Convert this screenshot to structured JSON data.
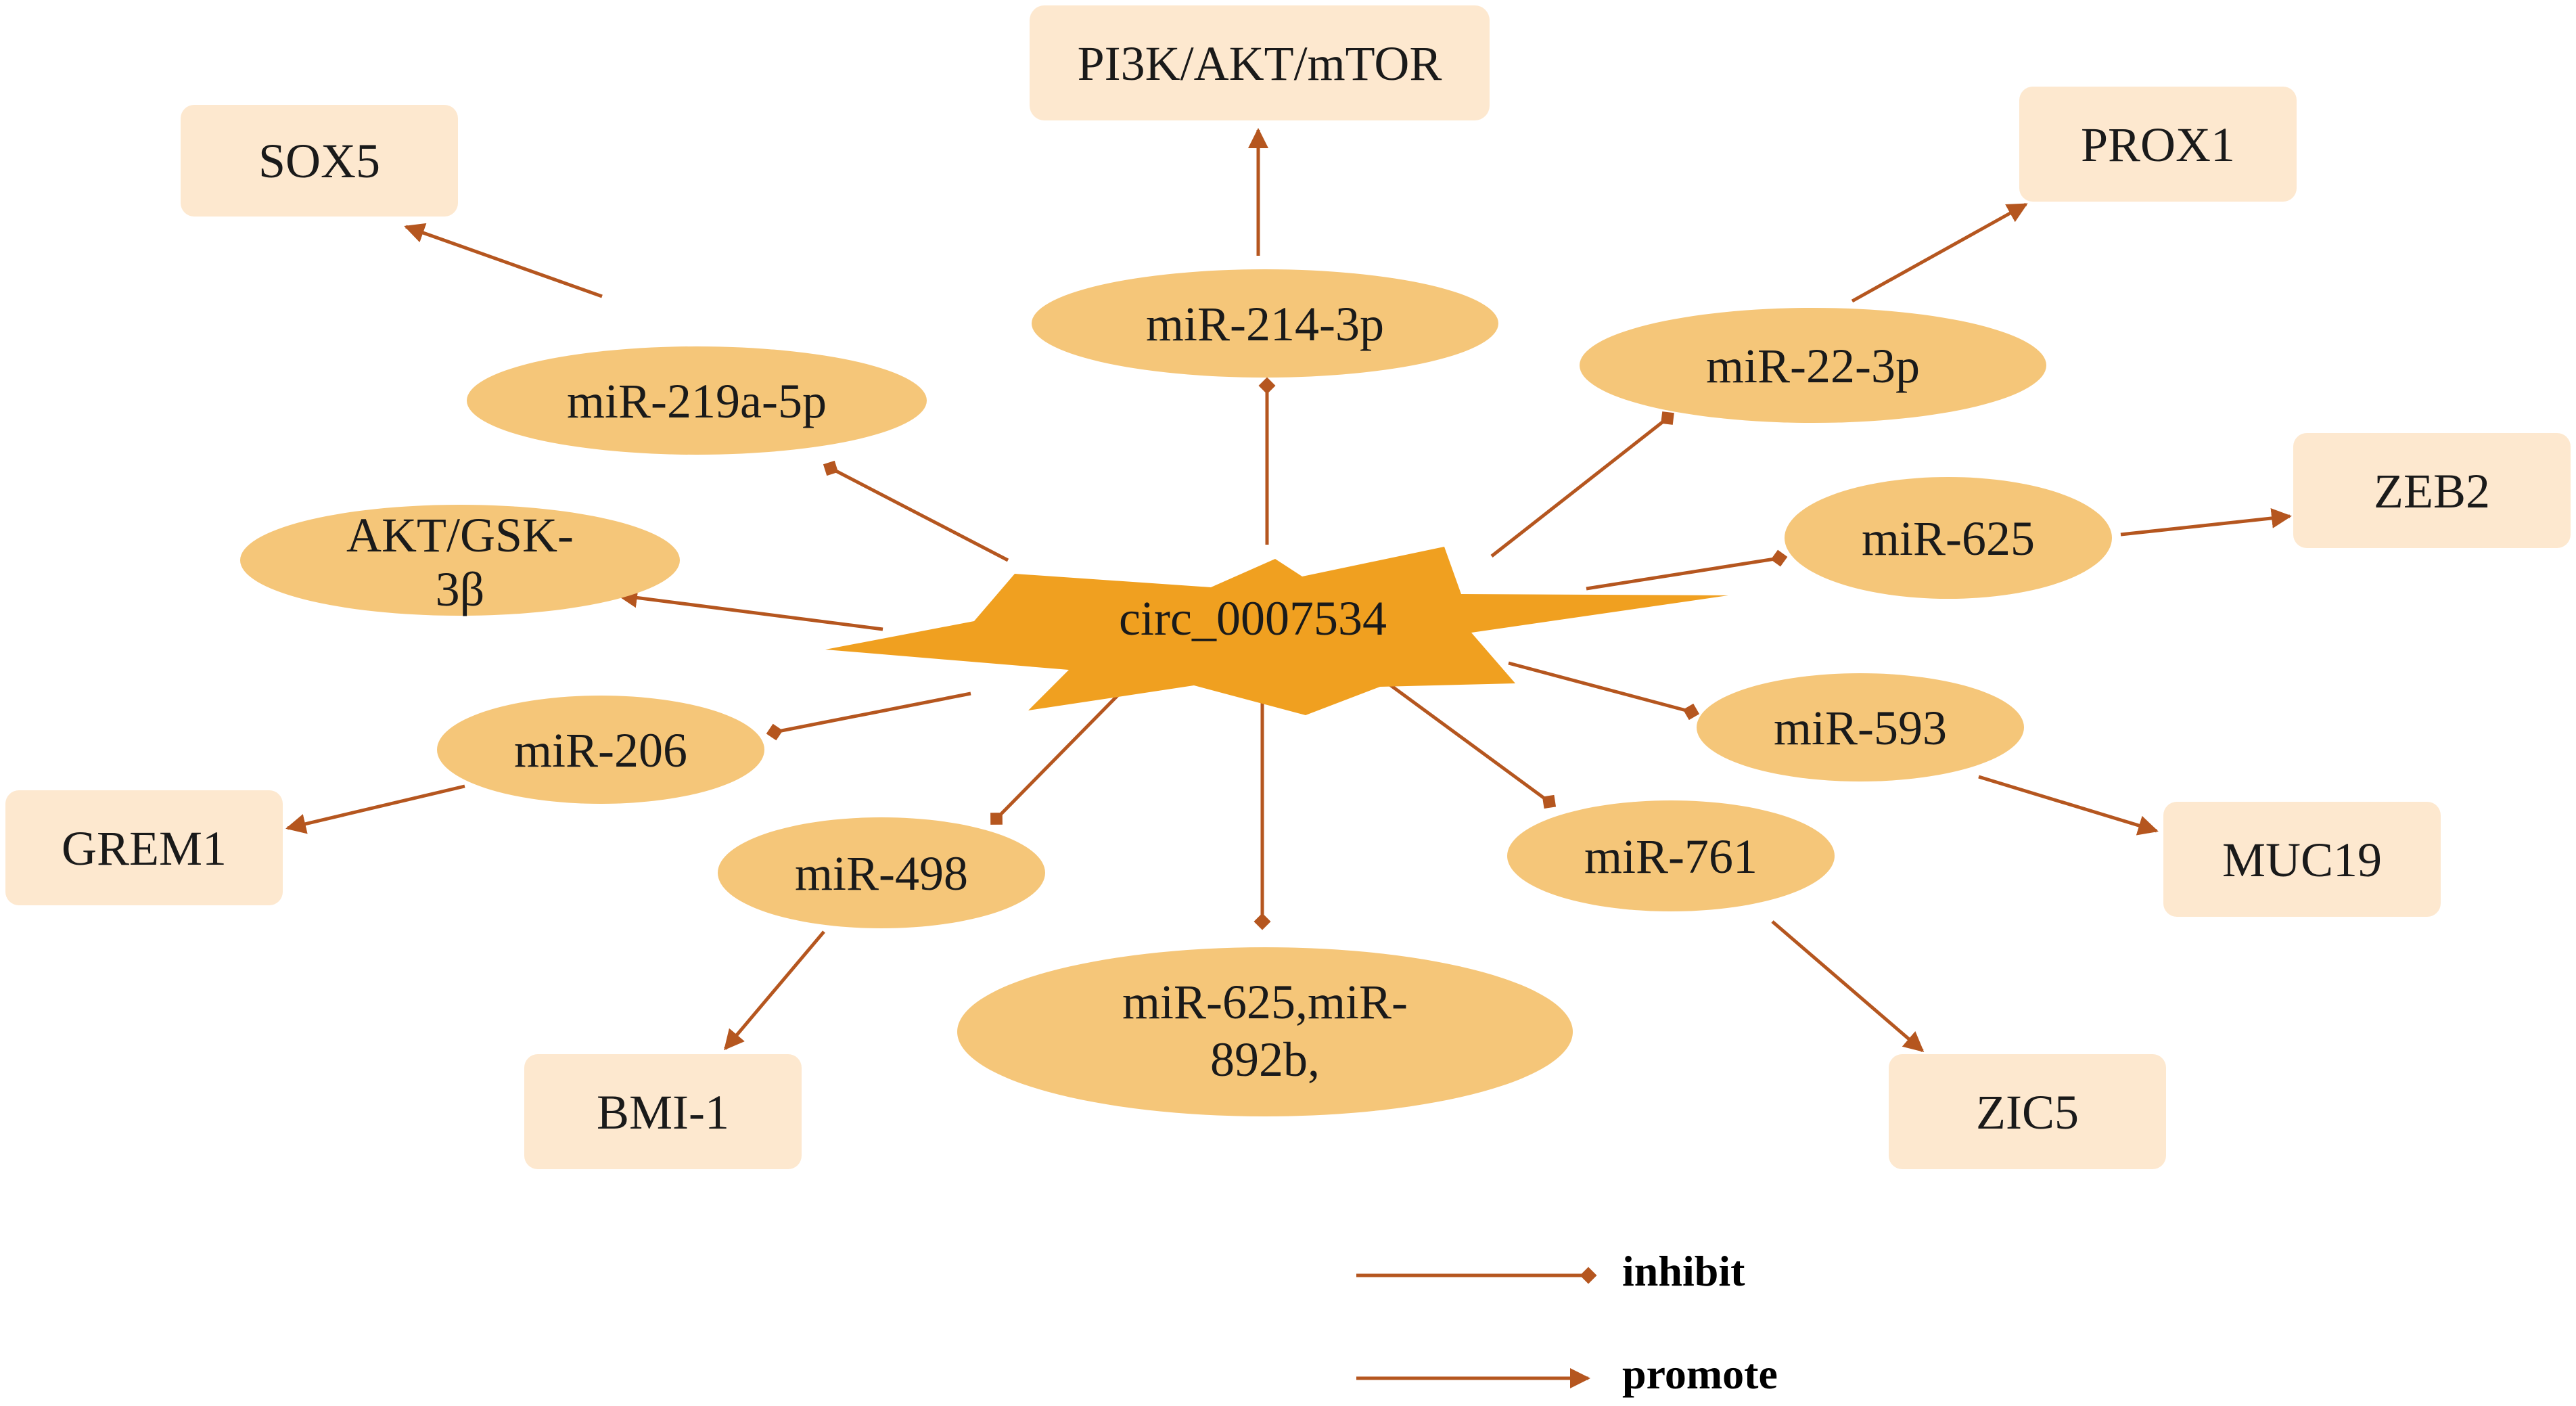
{
  "colors": {
    "hub_fill": "#f0a020",
    "ellipse_fill": "#f5c679",
    "box_fill": "#fde8cf",
    "edge": "#b5561f"
  },
  "center": {
    "label": "circ_0007534"
  },
  "mirnas": [
    {
      "id": "mir-219a-5p",
      "lines": [
        "miR-219a-5p"
      ]
    },
    {
      "id": "mir-214-3p",
      "lines": [
        "miR-214-3p"
      ]
    },
    {
      "id": "mir-22-3p",
      "lines": [
        "miR-22-3p"
      ]
    },
    {
      "id": "akt-gsk-3b",
      "lines": [
        "AKT/GSK-",
        "3β"
      ]
    },
    {
      "id": "mir-625",
      "lines": [
        "miR-625"
      ]
    },
    {
      "id": "mir-206",
      "lines": [
        "miR-206"
      ]
    },
    {
      "id": "mir-593",
      "lines": [
        "miR-593"
      ]
    },
    {
      "id": "mir-498",
      "lines": [
        "miR-498"
      ]
    },
    {
      "id": "mir-761",
      "lines": [
        "miR-761"
      ]
    },
    {
      "id": "mir-625-mir-892b",
      "lines": [
        "miR-625,miR-",
        "892b,"
      ]
    }
  ],
  "targets": [
    {
      "id": "sox5",
      "label": "SOX5"
    },
    {
      "id": "pi3k-akt-mtor",
      "label": "PI3K/AKT/mTOR"
    },
    {
      "id": "prox1",
      "label": "PROX1"
    },
    {
      "id": "zeb2",
      "label": "ZEB2"
    },
    {
      "id": "grem1",
      "label": "GREM1"
    },
    {
      "id": "muc19",
      "label": "MUC19"
    },
    {
      "id": "bmi-1",
      "label": "BMI-1"
    },
    {
      "id": "zic5",
      "label": "ZIC5"
    }
  ],
  "edges": [
    {
      "from": "circ_0007534",
      "to": "miR-219a-5p",
      "type": "inhibit"
    },
    {
      "from": "circ_0007534",
      "to": "miR-214-3p",
      "type": "inhibit"
    },
    {
      "from": "circ_0007534",
      "to": "miR-22-3p",
      "type": "inhibit"
    },
    {
      "from": "circ_0007534",
      "to": "miR-625",
      "type": "inhibit"
    },
    {
      "from": "circ_0007534",
      "to": "miR-593",
      "type": "inhibit"
    },
    {
      "from": "circ_0007534",
      "to": "miR-761",
      "type": "inhibit"
    },
    {
      "from": "circ_0007534",
      "to": "miR-625,miR-892b,",
      "type": "inhibit"
    },
    {
      "from": "circ_0007534",
      "to": "miR-498",
      "type": "inhibit"
    },
    {
      "from": "circ_0007534",
      "to": "miR-206",
      "type": "inhibit"
    },
    {
      "from": "circ_0007534",
      "to": "AKT/GSK-3β",
      "type": "promote"
    },
    {
      "from": "miR-219a-5p",
      "to": "SOX5",
      "type": "promote"
    },
    {
      "from": "miR-214-3p",
      "to": "PI3K/AKT/mTOR",
      "type": "promote"
    },
    {
      "from": "miR-22-3p",
      "to": "PROX1",
      "type": "promote"
    },
    {
      "from": "miR-625",
      "to": "ZEB2",
      "type": "promote"
    },
    {
      "from": "miR-593",
      "to": "MUC19",
      "type": "promote"
    },
    {
      "from": "miR-761",
      "to": "ZIC5",
      "type": "promote"
    },
    {
      "from": "miR-498",
      "to": "BMI-1",
      "type": "promote"
    },
    {
      "from": "miR-206",
      "to": "GREM1",
      "type": "promote"
    }
  ],
  "legend": {
    "inhibit": "inhibit",
    "promote": "promote"
  }
}
